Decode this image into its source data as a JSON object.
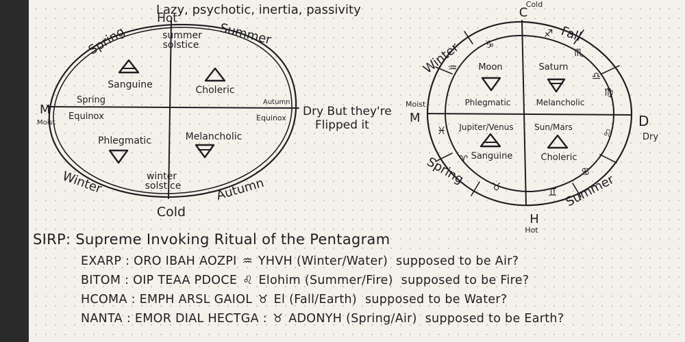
{
  "header_fragment": "Lazy, psychotic, inertia, passivity",
  "left_wheel": {
    "top": "Hot",
    "bottom": "Cold",
    "left": "M",
    "left_below": "Moist",
    "right_note_1": "Dry But they're",
    "right_note_2": "Flipped it",
    "seasons": {
      "spring": "Spring",
      "summer": "Summer",
      "winter": "Winter",
      "autumn": "Autumn"
    },
    "summer_solstice_1": "summer",
    "summer_solstice_2": "solstice",
    "winter_solstice_1": "winter",
    "winter_solstice_2": "solstice",
    "spring_equinox_1": "Spring",
    "spring_equinox_2": "Equinox",
    "autumn_equinox_1": "Autumn",
    "autumn_equinox_2": "Equinox",
    "quadrants": {
      "sanguine": "Sanguine",
      "choleric": "Choleric",
      "phlegmatic": "Phlegmatic",
      "melancholic": "Melancholic"
    }
  },
  "right_wheel": {
    "top_letter": "C",
    "top_word": "Cold",
    "bottom_letter": "H",
    "bottom_word": "Hot",
    "left_letter": "M",
    "left_word": "Moist",
    "right_letter": "D",
    "right_word": "Dry",
    "seasons": {
      "fall": "Fall",
      "winter": "Winter",
      "spring": "Spring",
      "summer": "Summer"
    },
    "quadrants": {
      "tl_planet": "Moon",
      "tl_humor": "Phlegmatic",
      "tr_planet": "Saturn",
      "tr_humor": "Melancholic",
      "bl_planet": "Jupiter/Venus",
      "bl_humor": "Sanguine",
      "br_planet": "Sun/Mars",
      "br_humor": "Choleric"
    },
    "zodiac": [
      "♐",
      "♏",
      "♎",
      "♍",
      "♌",
      "♋",
      "♊",
      "♉",
      "♈",
      "♓",
      "♒",
      "♑"
    ]
  },
  "notes": {
    "title": "SIRP: Supreme Invoking Ritual of the Pentagram",
    "lines": [
      {
        "lead": "EXARP : ORO IBAH AOZPI",
        "glyph": "♒",
        "name": "YHVH",
        "assoc": "(Winter/Water)",
        "note": "supposed to be Air?"
      },
      {
        "lead": "BITOM : OIP TEAA PDOCE",
        "glyph": "♌",
        "name": "Elohim",
        "assoc": "(Summer/Fire)",
        "note": "supposed to be Fire?"
      },
      {
        "lead": "HCOMA : EMPH ARSL GAIOL",
        "glyph": "♉",
        "name": "El",
        "assoc": "(Fall/Earth)",
        "note": "supposed to be Water?"
      },
      {
        "lead": "NANTA : EMOR DIAL HECTGA :",
        "glyph": "♉",
        "name": "ADONYH",
        "assoc": "(Spring/Air)",
        "note": "supposed to be Earth?"
      }
    ]
  }
}
